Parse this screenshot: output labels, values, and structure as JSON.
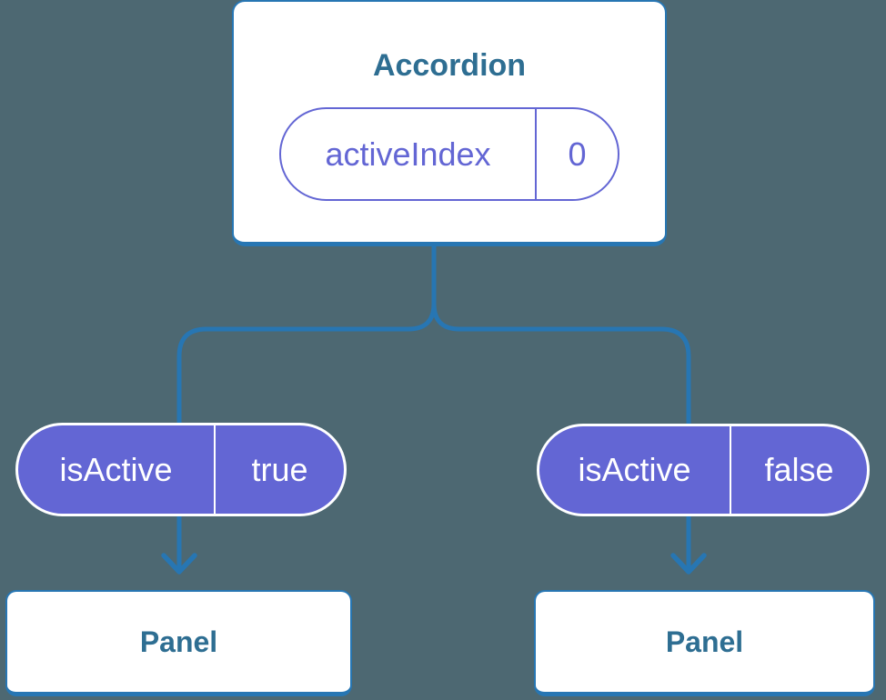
{
  "diagram": {
    "type": "component-tree",
    "colors": {
      "background": "#4d6872",
      "connector_blue": "#2776b3",
      "card_fill": "#ffffff",
      "heading_blue": "#2e6e92",
      "pill_purple": "#6366d4",
      "pill_text_white": "#ffffff"
    },
    "root": {
      "title": "Accordion",
      "state_pill": {
        "name": "activeIndex",
        "value": "0"
      }
    },
    "children": [
      {
        "prop_pill": {
          "name": "isActive",
          "value": "true"
        },
        "component": "Panel"
      },
      {
        "prop_pill": {
          "name": "isActive",
          "value": "false"
        },
        "component": "Panel"
      }
    ]
  }
}
